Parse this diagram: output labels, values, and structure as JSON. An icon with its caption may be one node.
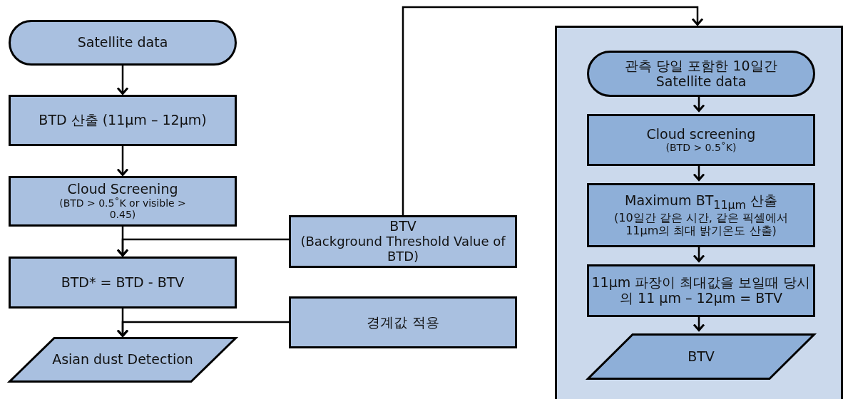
{
  "diagram": {
    "nodes": [
      {
        "text": [
          "Satellite data"
        ]
      },
      {
        "text": [
          "BTD 산출 (11μm – 12μm)"
        ]
      },
      {
        "text": [
          "Cloud Screening",
          "(BTD > 0.5˚K or visible > 0.45)"
        ]
      },
      {
        "text": [
          "BTD* = BTD - BTV"
        ]
      },
      {
        "text": [
          "Asian dust Detection"
        ]
      },
      {
        "text": [
          "BTV",
          "(Background Threshold Value of BTD)"
        ]
      },
      {
        "text": [
          "경계값 적용"
        ]
      },
      {
        "text": [],
        "shape": "box"
      },
      {
        "text": [
          "관측 당일 포함한 10일간 Satellite data"
        ],
        "in": 7
      },
      {
        "text": [
          "Cloud screening",
          "(BTD > 0.5˚K)"
        ],
        "in": 7
      },
      {
        "text": [
          "Maximum BT$_{11μm}$ 산출",
          "(10일간 같은 시간, 같은 픽셀에서 11μm의 최대 밝기온도 산출)"
        ],
        "in": 7
      },
      {
        "text": [
          "11μm 파장이 최대값을 보일때 당시의 11 μm – 12μm = BTV"
        ],
        "in": 7
      },
      {
        "text": [
          "BTV"
        ],
        "in": 7
      }
    ],
    "edges": [
      {
        "from": 0,
        "to": 1,
        "arrow": "to"
      },
      {
        "from": 1,
        "to": 2,
        "arrow": "to"
      },
      {
        "from": 2,
        "to": 3,
        "arrow": "to"
      },
      {
        "from": 3,
        "to": 4,
        "arrow": "to"
      },
      {
        "from": 5,
        "to": 3,
        "arrow": "to"
      },
      {
        "from": 6,
        "to": 4,
        "arrow": "to"
      },
      {
        "from": 5,
        "to": 7,
        "arrow": "to"
      },
      {
        "from": 8,
        "to": 9,
        "arrow": "to"
      },
      {
        "from": 9,
        "to": 10,
        "arrow": "to"
      },
      {
        "from": 10,
        "to": 11,
        "arrow": "to"
      },
      {
        "from": 11,
        "to": 12,
        "arrow": "to"
      }
    ]
  }
}
